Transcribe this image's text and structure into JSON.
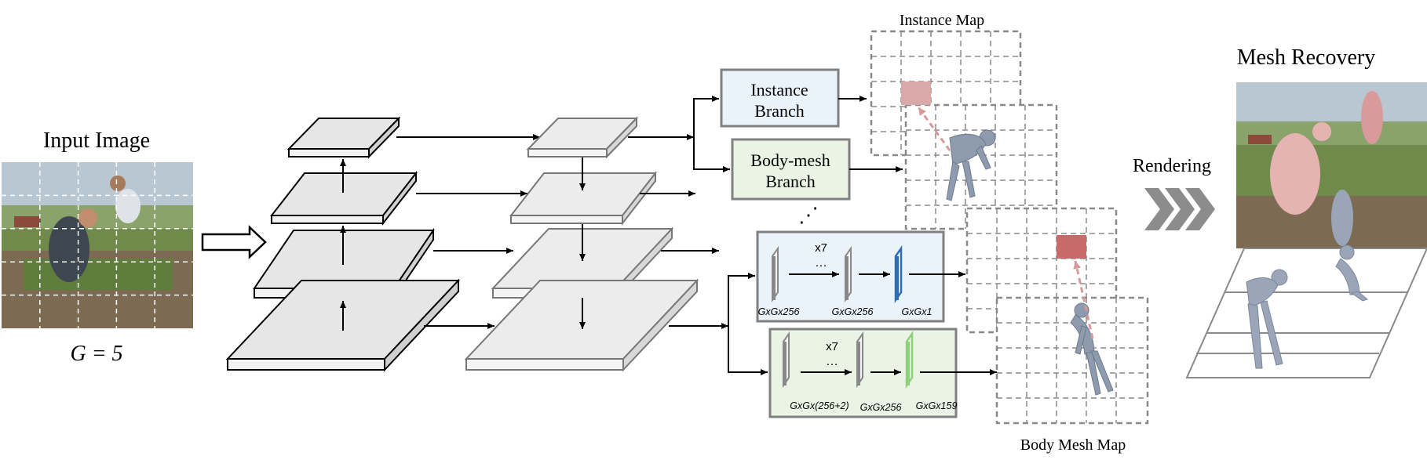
{
  "labels": {
    "input_image": "Input Image",
    "grid_eq": "G = 5",
    "instance_map": "Instance Map",
    "instance_branch_l1": "Instance",
    "instance_branch_l2": "Branch",
    "bodymesh_branch_l1": "Body-mesh",
    "bodymesh_branch_l2": "Branch",
    "body_mesh_map": "Body Mesh Map",
    "rendering": "Rendering",
    "mesh_recovery": "Mesh Recovery",
    "dots": "…",
    "vdots": "⋰"
  },
  "instance_branch_detail": {
    "repeat": "x7",
    "layer1": "GxGx256",
    "layer2": "GxGx256",
    "layer3": "GxGx1"
  },
  "bodymesh_branch_detail": {
    "repeat": "x7",
    "layer1": "GxGx(256+2)",
    "layer2": "GxGx256",
    "layer3": "GxGx159"
  },
  "colors": {
    "instance_fill": "#eaf2fa",
    "bodymesh_fill": "#eaf4e4",
    "highlight": "#c96a6a",
    "blue_layer": "#2f6db3",
    "green_layer": "#8fd07a",
    "plate_fill": "#e8e8e8"
  }
}
